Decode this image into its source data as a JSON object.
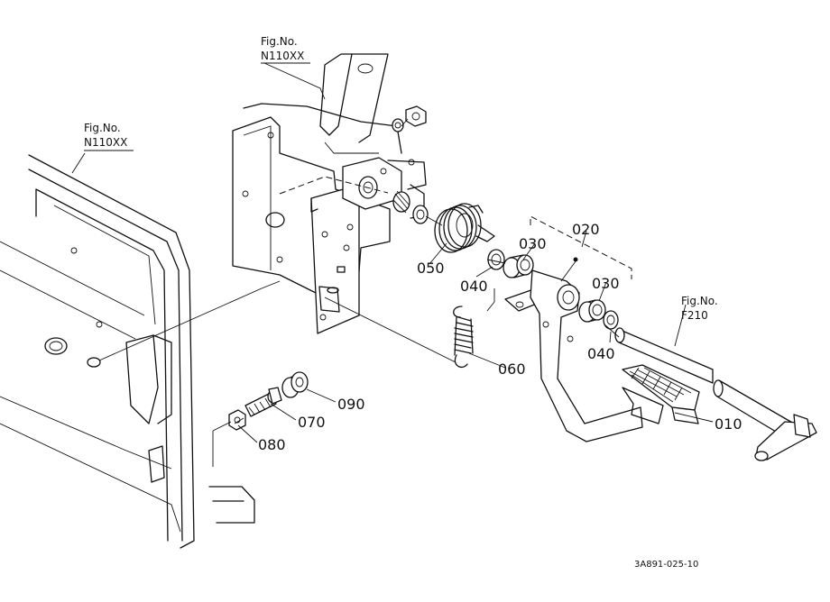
{
  "figure_refs": {
    "top": {
      "line1": "Fig.No.",
      "line2": "N110XX"
    },
    "left": {
      "line1": "Fig.No.",
      "line2": "N110XX"
    },
    "right": {
      "line1": "Fig.No.",
      "line2": "F210"
    }
  },
  "parts": {
    "p010": "010",
    "p020": "020",
    "p030a": "030",
    "p030b": "030",
    "p040a": "040",
    "p040b": "040",
    "p050": "050",
    "p060": "060",
    "p070": "070",
    "p080": "080",
    "p090": "090"
  },
  "drawing_code": "3A891-025-10"
}
